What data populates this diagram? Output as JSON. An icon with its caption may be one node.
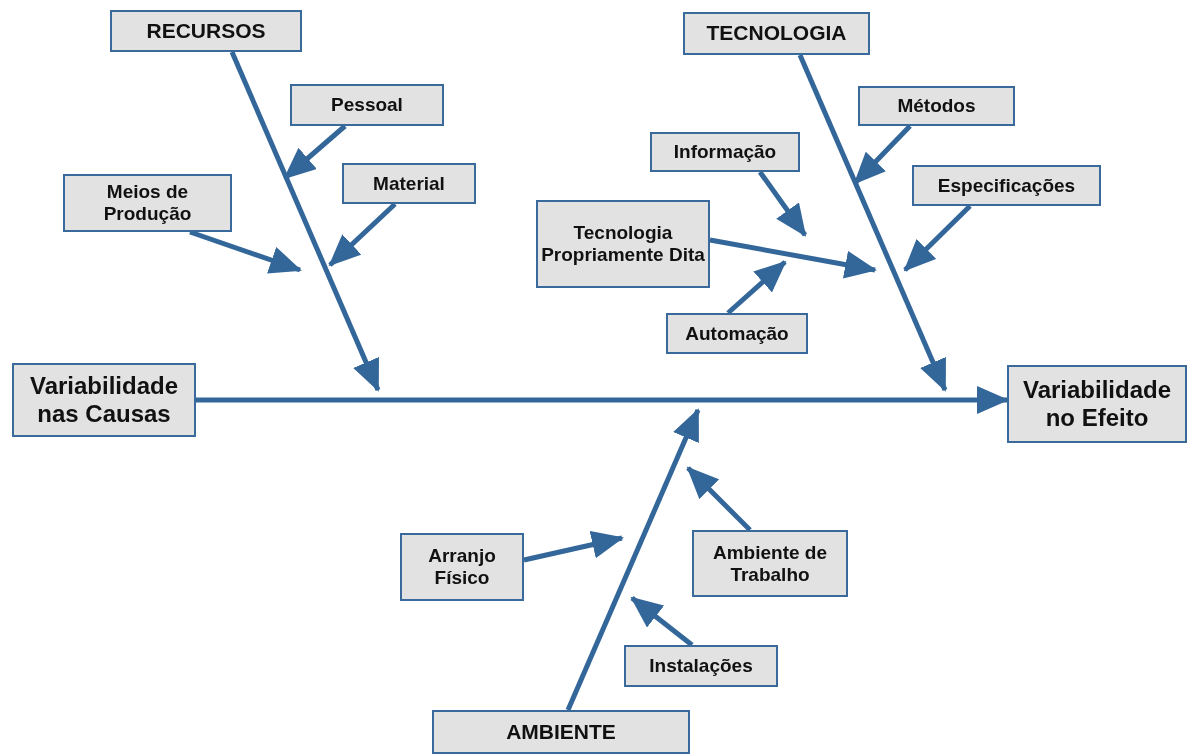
{
  "diagram": {
    "nodes": [
      {
        "text": [
          "RECURSOS"
        ]
      },
      {
        "text": [
          "Pessoal"
        ]
      },
      {
        "text": [
          "Meios de Produção"
        ]
      },
      {
        "text": [
          "Material"
        ]
      },
      {
        "text": [
          "TECNOLOGIA"
        ]
      },
      {
        "text": [
          "Métodos"
        ]
      },
      {
        "text": [
          "Informação"
        ]
      },
      {
        "text": [
          "Especificações"
        ]
      },
      {
        "text": [
          "Tecnologia Propriamente Dita"
        ]
      },
      {
        "text": [
          "Automação"
        ]
      },
      {
        "text": [
          "Variabilidade nas Causas"
        ]
      },
      {
        "text": [
          "Variabilidade no Efeito"
        ]
      },
      {
        "text": [
          "Arranjo Físico"
        ]
      },
      {
        "text": [
          "Ambiente de Trabalho"
        ]
      },
      {
        "text": [
          "Instalações"
        ]
      },
      {
        "text": [
          "AMBIENTE"
        ]
      }
    ],
    "edges": [
      {
        "from": 10,
        "to": 11,
        "arrow": "to"
      },
      {
        "from": 0,
        "to": null,
        "arrow": "to"
      },
      {
        "from": 1,
        "to": null,
        "arrow": "to"
      },
      {
        "from": 3,
        "to": null,
        "arrow": "to"
      },
      {
        "from": 2,
        "to": null,
        "arrow": "to"
      },
      {
        "from": 4,
        "to": null,
        "arrow": "to"
      },
      {
        "from": 5,
        "to": null,
        "arrow": "to"
      },
      {
        "from": 7,
        "to": null,
        "arrow": "to"
      },
      {
        "from": 8,
        "to": null,
        "arrow": "to"
      },
      {
        "from": 6,
        "to": null,
        "arrow": "to"
      },
      {
        "from": 9,
        "to": null,
        "arrow": "to"
      },
      {
        "from": 15,
        "to": null,
        "arrow": "to"
      },
      {
        "from": 12,
        "to": null,
        "arrow": "to"
      },
      {
        "from": 13,
        "to": null,
        "arrow": "to"
      },
      {
        "from": 14,
        "to": null,
        "arrow": "to"
      }
    ]
  }
}
